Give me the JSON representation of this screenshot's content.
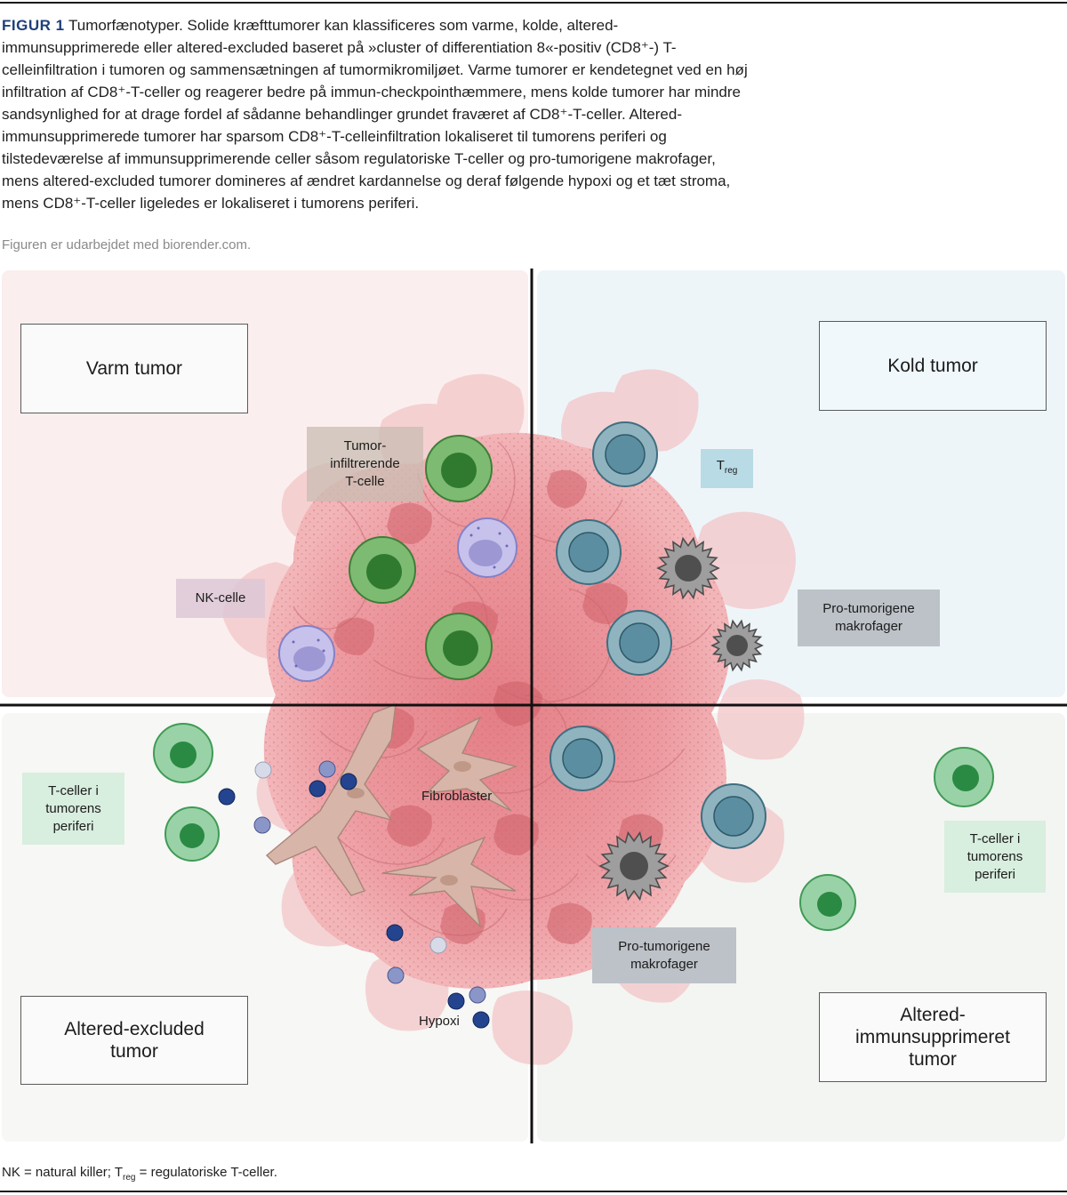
{
  "figure": {
    "label": "FIGUR 1",
    "caption": "Tumorfænotyper. Solide kræfttumorer kan klassificeres som varme, kolde, altered-immunsupprimerede eller altered-excluded baseret på »cluster of differentiation 8«-positiv (CD8⁺-) T-celleinfiltration i tumoren og sammensætningen af tumormikromiljøet. Varme tumorer er kendetegnet ved en høj infiltration af CD8⁺-T-celler og reagerer bedre på immun-checkpointhæmmere, mens kolde tumorer har mindre sandsynlighed for at drage fordel af sådanne behandlinger grundet fraværet af CD8⁺-T-celler. Altered-immunsupprimerede tumorer har sparsom CD8⁺-T-celleinfiltration lokaliseret til tumorens periferi og tilstedeværelse af immunsupprimerende celler såsom regulatoriske T-celler og pro-tumorigene makrofager, mens altered-excluded tumorer domineres af ændret kardannelse og deraf følgende hypoxi og et tæt stroma, mens CD8⁺-T-celler ligeledes er lokaliseret i tumorens periferi.",
    "source": "Figuren er udarbejdet med biorender.com."
  },
  "quadrants": {
    "hot": "Varm tumor",
    "cold": "Kold tumor",
    "excluded": "Altered-excluded tumor",
    "immunosuppressed": "Altered-immunsupprimeret tumor"
  },
  "labels": {
    "til": "Tumor-infiltrerende T-celle",
    "nk": "NK-celle",
    "treg_main": "T",
    "treg_sub": "reg",
    "macro_top": "Pro-tumorigene makrofager",
    "macro_bottom": "Pro-tumorigene makrofager",
    "tcell_left": "T-celler i tumorens periferi",
    "tcell_right": "T-celler i tumorens periferi",
    "fibroblasts": "Fibroblaster",
    "hypoxia": "Hypoxi"
  },
  "footnote": {
    "part1": "NK = natural killer; T",
    "sub": "reg",
    "part2": " = regulatoriske T-celler."
  },
  "colors": {
    "hot_bg": "#fbeeee",
    "cold_bg": "#eef5f9",
    "excluded_bg": "#f7f7f5",
    "immunosuppressed_bg": "#f3f5f2",
    "tumor": "#e8888e",
    "tcell_green": "#2f8a3a",
    "treg_teal": "#5b8ea0",
    "nk_purple": "#9d97d3",
    "macrophage_grey": "#7c7c7c",
    "fibroblast": "#c9a89a",
    "hypoxia_blue": "#1f3f8a",
    "caption_label": "#1e3f7a"
  }
}
